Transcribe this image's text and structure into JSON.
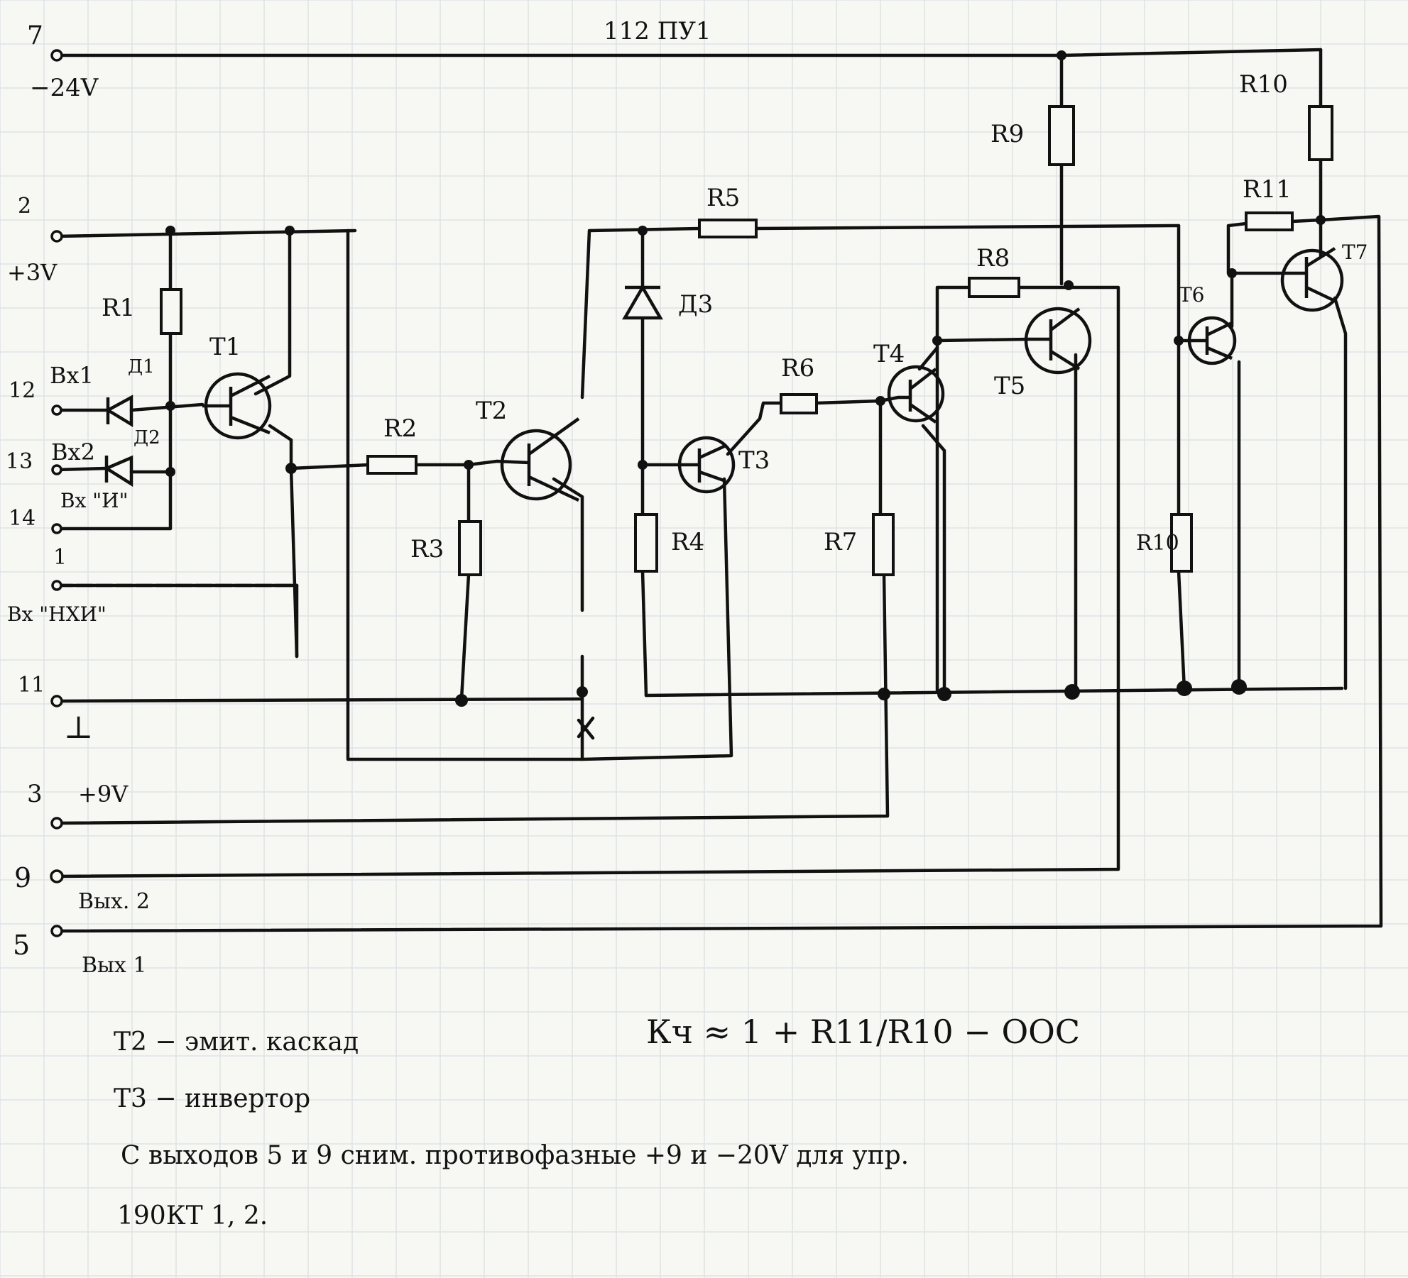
{
  "page": {
    "title": "112 ПУ1"
  },
  "pins": [
    {
      "num": "7",
      "label": "−24V"
    },
    {
      "num": "2",
      "label": "+3V"
    },
    {
      "num": "12",
      "label": "Вх1"
    },
    {
      "num": "13",
      "label": "Вх2"
    },
    {
      "num": "14",
      "label": "Вх \"И\""
    },
    {
      "num": "1",
      "label": "Вх \"НХИ\""
    },
    {
      "num": "11",
      "label": "⊥"
    },
    {
      "num": "3",
      "label": "+9V"
    },
    {
      "num": "9",
      "label": "Вых. 2"
    },
    {
      "num": "5",
      "label": "Вых 1"
    }
  ],
  "components": {
    "r1": "R1",
    "r2": "R2",
    "r3": "R3",
    "r4": "R4",
    "r5": "R5",
    "r6": "R6",
    "r7": "R7",
    "r8": "R8",
    "r9": "R9",
    "r10_top": "R10",
    "r11": "R11",
    "r10_low": "R10",
    "d1": "Д1",
    "d2": "Д2",
    "d3": "Д3",
    "t1": "T1",
    "t2": "T2",
    "t3": "T3",
    "t4": "T4",
    "t5": "T5",
    "t6": "T6",
    "t7": "T7"
  },
  "notes": {
    "formula": "Кч ≈ 1 + R11/R10 − ООС",
    "line1": "T2 − эмит. каскад",
    "line2": "T3 − инвертор",
    "line3": "С выходов 5 и 9 сним. противофазные +9 и −20V для упр.",
    "line4": "190КТ 1, 2."
  }
}
